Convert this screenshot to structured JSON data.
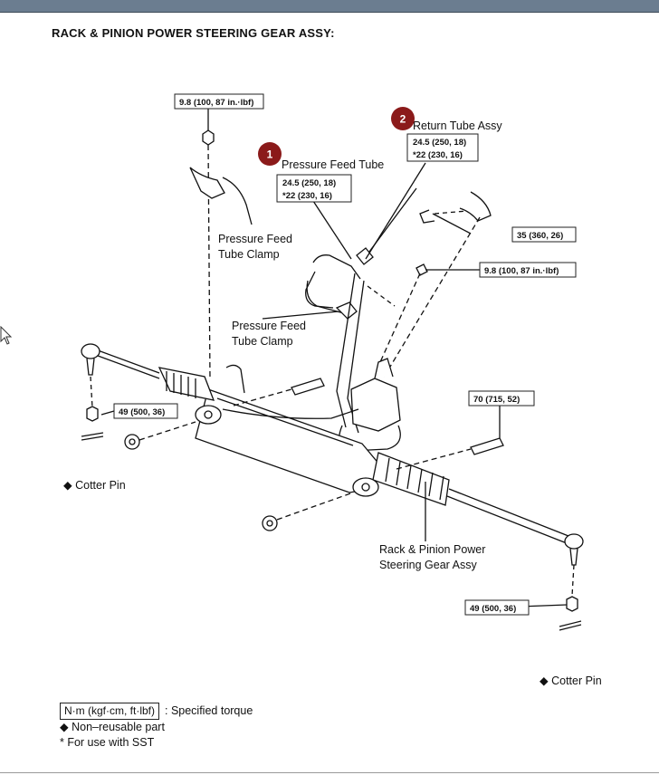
{
  "title": "RACK & PINION POWER STEERING GEAR ASSY:",
  "markers": [
    {
      "number": "1",
      "label": "Pressure Feed Tube",
      "torque": [
        "24.5 (250, 18)",
        "*22 (230, 16)"
      ]
    },
    {
      "number": "2",
      "label": "Return Tube Assy",
      "torque": [
        "24.5 (250, 18)",
        "*22 (230, 16)"
      ]
    }
  ],
  "labels": {
    "clamp_upper_1": "Pressure Feed",
    "clamp_upper_2": "Tube Clamp",
    "clamp_lower_1": "Pressure Feed",
    "clamp_lower_2": "Tube Clamp",
    "gear_assy_1": "Rack & Pinion Power",
    "gear_assy_2": "Steering Gear Assy",
    "cotter_left": "◆ Cotter Pin",
    "cotter_right": "◆ Cotter Pin"
  },
  "torques": {
    "top_clamp": "9.8 (100, 87 in.·lbf)",
    "right_upper": "35 (360, 26)",
    "right_clamp": "9.8 (100, 87 in.·lbf)",
    "mount_bolt": "70 (715, 52)",
    "left_tie_rod": "49 (500, 36)",
    "right_tie_rod": "49 (500, 36)"
  },
  "legend": {
    "torque_unit": "N·m (kgf·cm, ft·lbf)",
    "torque_desc": ": Specified torque",
    "nonreusable": "◆ Non–reusable part",
    "sst": "* For use with SST"
  },
  "colors": {
    "marker": "#8b1a1a",
    "topbar": "#6b7d90"
  }
}
